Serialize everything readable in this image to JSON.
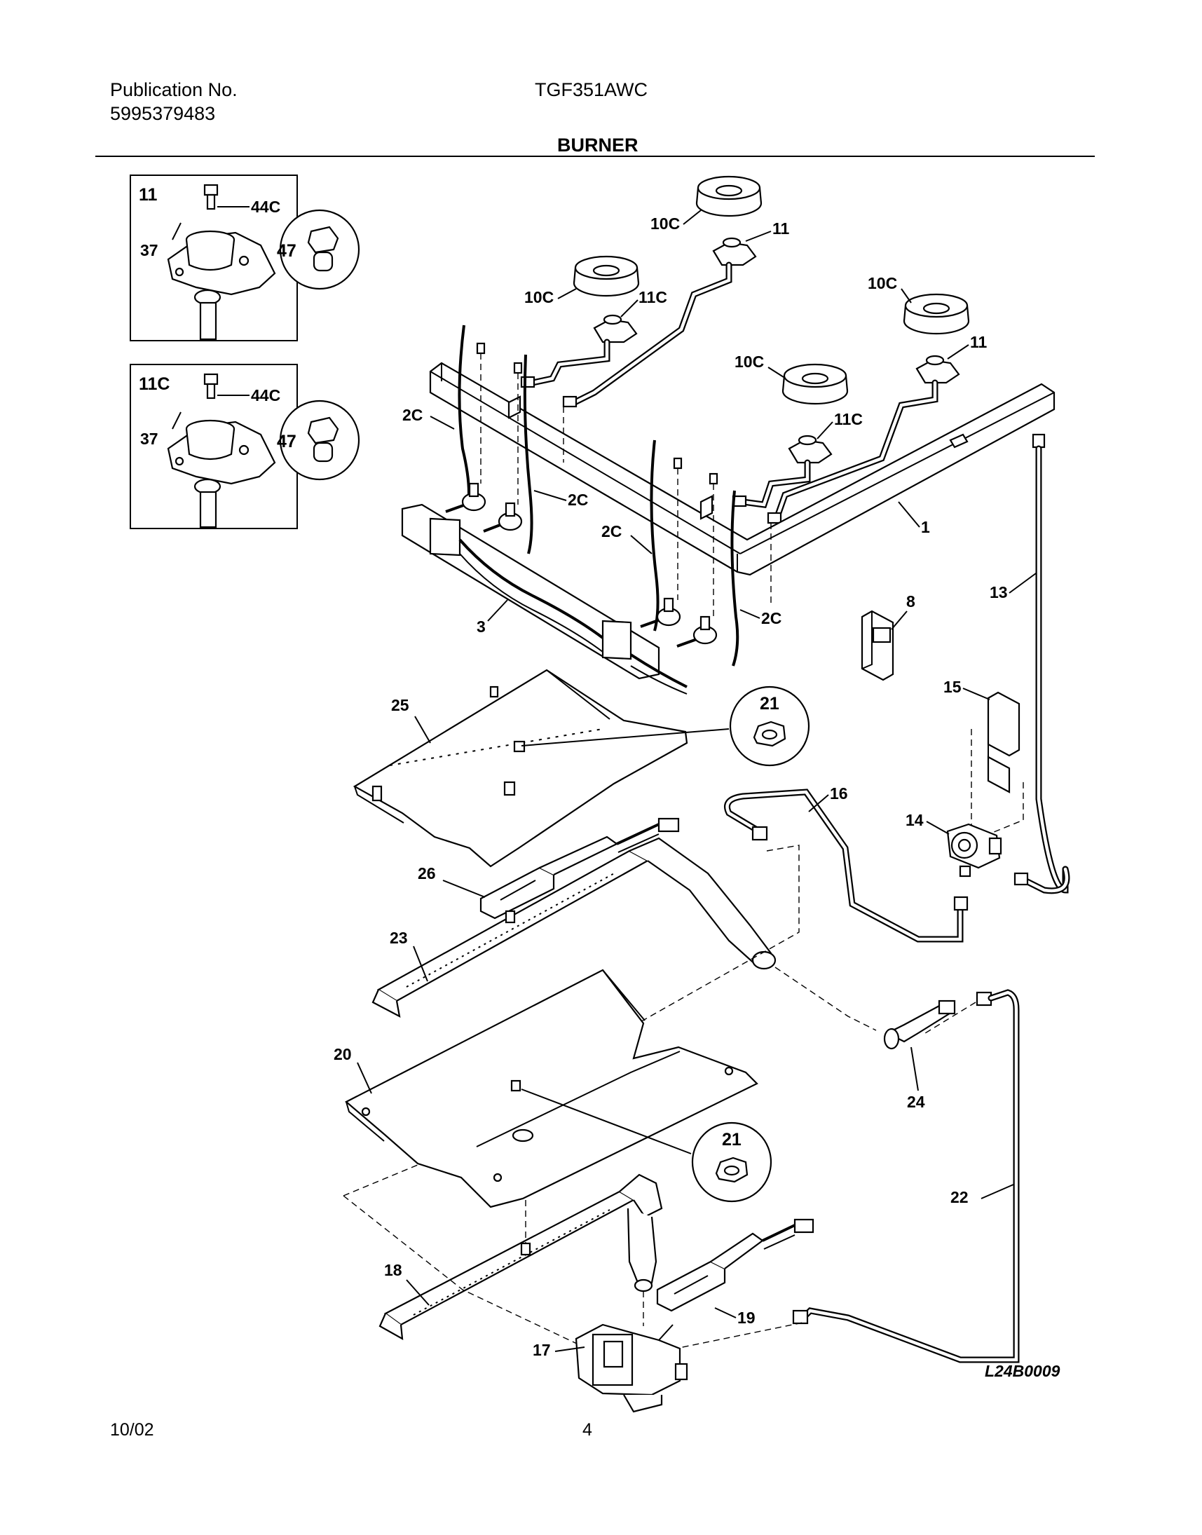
{
  "header": {
    "publication_label": "Publication No.",
    "publication_number": "5995379483",
    "model": "TGF351AWC",
    "section_title": "BURNER"
  },
  "callouts": {
    "inset1_title": "11",
    "inset2_title": "11C",
    "p44c": "44C",
    "p37": "37",
    "p47": "47",
    "p10c": "10C",
    "p11": "11",
    "p11c": "11C",
    "p2c": "2C",
    "p1": "1",
    "p3": "3",
    "p8": "8",
    "p13": "13",
    "p15": "15",
    "p14": "14",
    "p16": "16",
    "p21": "21",
    "p25": "25",
    "p26": "26",
    "p23": "23",
    "p24": "24",
    "p20": "20",
    "p22": "22",
    "p18": "18",
    "p19": "19",
    "p17": "17"
  },
  "footer": {
    "date": "10/02",
    "page": "4",
    "drawing_code": "L24B0009"
  }
}
